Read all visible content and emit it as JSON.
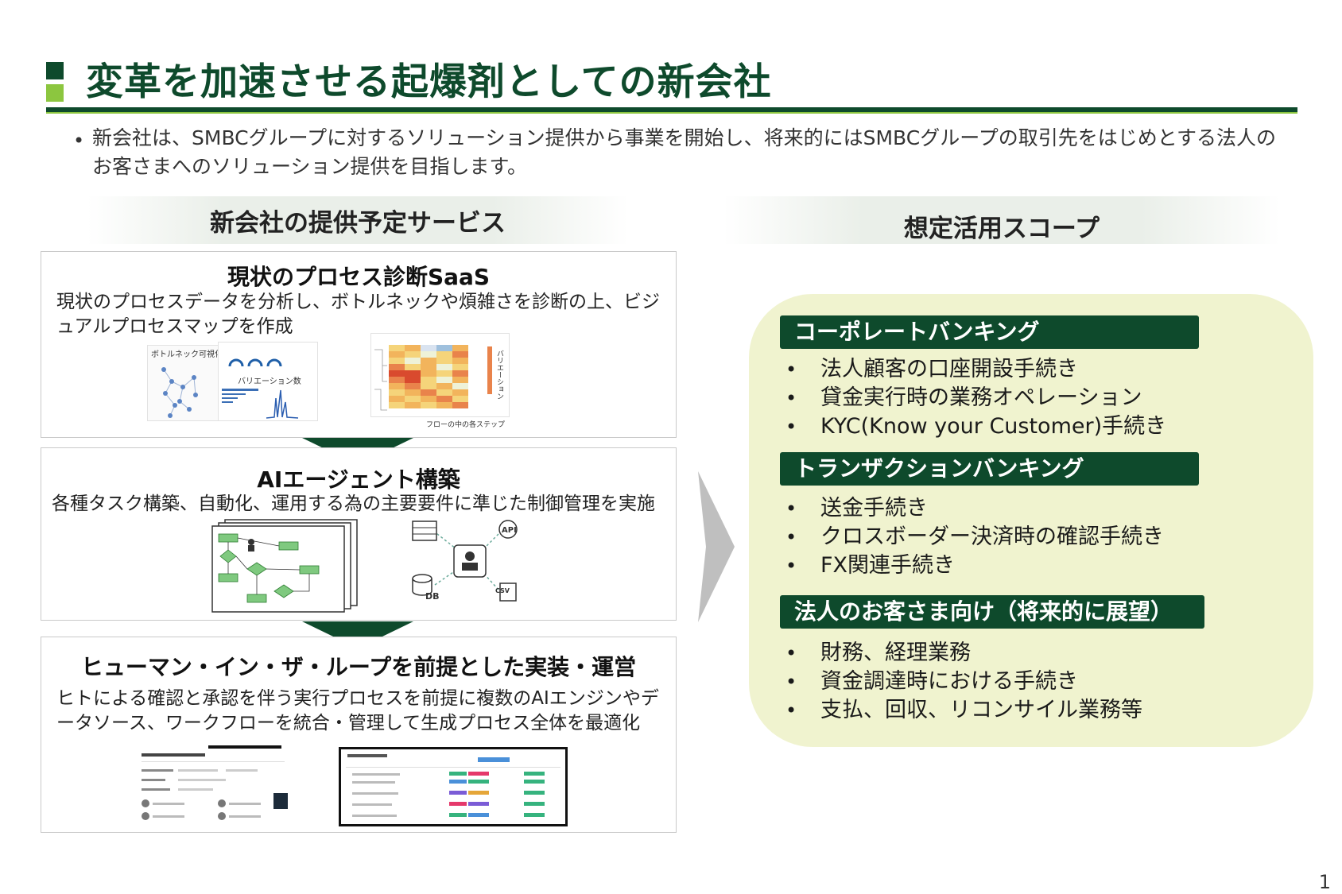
{
  "title": "変革を加速させる起爆剤としての新会社",
  "intro": "新会社は、SMBCグループに対するソリューション提供から事業を開始し、将来的にはSMBCグループの取引先をはじめとする法人のお客さまへのソリューション提供を目指します。",
  "left_header": "新会社の提供予定サービス",
  "right_header": "想定活用スコープ",
  "services": [
    {
      "title": "現状のプロセス診断SaaS",
      "desc": "現状のプロセスデータを分析し、ボトルネックや煩雑さを診断の上、ビジュアルプロセスマップを作成",
      "images": {
        "label_a": "ボトルネック可視化",
        "label_b": "バリエーション数",
        "label_c": "フローの中の各ステップ",
        "label_d": "バリエーション"
      }
    },
    {
      "title": "AIエージェント構築",
      "desc": "各種タスク構築、自動化、運用する為の主要要件に準じた制御管理を実施",
      "images": {
        "api": "API",
        "db": "DB",
        "csv": "CSV"
      }
    },
    {
      "title": "ヒューマン・イン・ザ・ループを前提とした実装・運営",
      "desc": "ヒトによる確認と承認を伴う実行プロセスを前提に複数のAIエンジンやデータソース、ワークフローを統合・管理して生成プロセス全体を最適化"
    }
  ],
  "scope": [
    {
      "heading": "コーポレートバンキング",
      "items": [
        "法人顧客の口座開設手続き",
        "貸金実行時の業務オペレーション",
        "KYC(Know your Customer)手続き"
      ]
    },
    {
      "heading": "トランザクションバンキング",
      "items": [
        "送金手続き",
        "クロスボーダー決済時の確認手続き",
        "FX関連手続き"
      ]
    },
    {
      "heading": "法人のお客さま向け（将来的に展望）",
      "items": [
        "財務、経理業務",
        "資金調達時における手続き",
        "支払、回収、リコンサイル業務等"
      ]
    }
  ],
  "page_number": "1",
  "colors": {
    "primary": "#0e4a2c",
    "accent": "#8cc63f",
    "scope_bg": "#f0f3cf"
  }
}
